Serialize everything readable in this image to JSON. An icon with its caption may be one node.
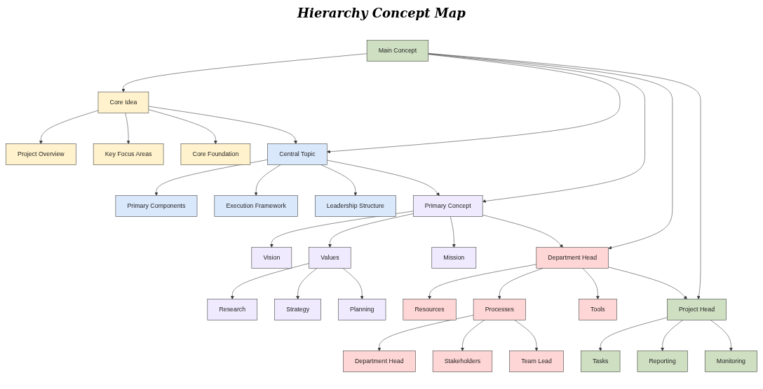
{
  "diagram": {
    "title": "Hierarchy Concept Map",
    "nodes": [
      {
        "text": [
          "Main Concept"
        ]
      },
      {
        "text": [
          "Core Idea"
        ]
      },
      {
        "text": [
          "Project Overview"
        ]
      },
      {
        "text": [
          "Key Focus Areas"
        ]
      },
      {
        "text": [
          "Core Foundation"
        ]
      },
      {
        "text": [
          "Central Topic"
        ]
      },
      {
        "text": [
          "Primary Components"
        ]
      },
      {
        "text": [
          "Execution Framework"
        ]
      },
      {
        "text": [
          "Leadership Structure"
        ]
      },
      {
        "text": [
          "Primary Concept"
        ]
      },
      {
        "text": [
          "Vision"
        ]
      },
      {
        "text": [
          "Values"
        ]
      },
      {
        "text": [
          "Mission"
        ]
      },
      {
        "text": [
          "Research"
        ]
      },
      {
        "text": [
          "Strategy"
        ]
      },
      {
        "text": [
          "Planning"
        ]
      },
      {
        "text": [
          "Department Head"
        ]
      },
      {
        "text": [
          "Resources"
        ]
      },
      {
        "text": [
          "Processes"
        ]
      },
      {
        "text": [
          "Tools"
        ]
      },
      {
        "text": [
          "Department Head"
        ]
      },
      {
        "text": [
          "Stakeholders"
        ]
      },
      {
        "text": [
          "Team Lead"
        ]
      },
      {
        "text": [
          "Project Head"
        ]
      },
      {
        "text": [
          "Tasks"
        ]
      },
      {
        "text": [
          "Reporting"
        ]
      },
      {
        "text": [
          "Monitoring"
        ]
      }
    ],
    "edges": [
      {
        "from": 0,
        "to": 1,
        "arrow": "to"
      },
      {
        "from": 0,
        "to": 5,
        "arrow": "to"
      },
      {
        "from": 0,
        "to": 9,
        "arrow": "to"
      },
      {
        "from": 0,
        "to": 16,
        "arrow": "to"
      },
      {
        "from": 0,
        "to": 23,
        "arrow": "to"
      },
      {
        "from": 1,
        "to": 2,
        "arrow": "to"
      },
      {
        "from": 1,
        "to": 3,
        "arrow": "to"
      },
      {
        "from": 1,
        "to": 4,
        "arrow": "to"
      },
      {
        "from": 5,
        "to": 6,
        "arrow": "to"
      },
      {
        "from": 5,
        "to": 7,
        "arrow": "to"
      },
      {
        "from": 5,
        "to": 8,
        "arrow": "to"
      },
      {
        "from": 9,
        "to": 10,
        "arrow": "to"
      },
      {
        "from": 9,
        "to": 11,
        "arrow": "to"
      },
      {
        "from": 9,
        "to": 12,
        "arrow": "to"
      },
      {
        "from": 11,
        "to": 13,
        "arrow": "to"
      },
      {
        "from": 11,
        "to": 14,
        "arrow": "to"
      },
      {
        "from": 11,
        "to": 15,
        "arrow": "to"
      },
      {
        "from": 16,
        "to": 17,
        "arrow": "to"
      },
      {
        "from": 16,
        "to": 18,
        "arrow": "to"
      },
      {
        "from": 16,
        "to": 19,
        "arrow": "to"
      },
      {
        "from": 18,
        "to": 20,
        "arrow": "to"
      },
      {
        "from": 18,
        "to": 21,
        "arrow": "to"
      },
      {
        "from": 18,
        "to": 22,
        "arrow": "to"
      },
      {
        "from": 23,
        "to": 24,
        "arrow": "to"
      },
      {
        "from": 23,
        "to": 25,
        "arrow": "to"
      },
      {
        "from": 23,
        "to": 26,
        "arrow": "to"
      },
      {
        "from": 1,
        "to": 5,
        "arrow": "to"
      },
      {
        "from": 5,
        "to": 9,
        "arrow": "to"
      },
      {
        "from": 9,
        "to": 16,
        "arrow": "to"
      },
      {
        "from": 16,
        "to": 23,
        "arrow": "to"
      }
    ]
  }
}
